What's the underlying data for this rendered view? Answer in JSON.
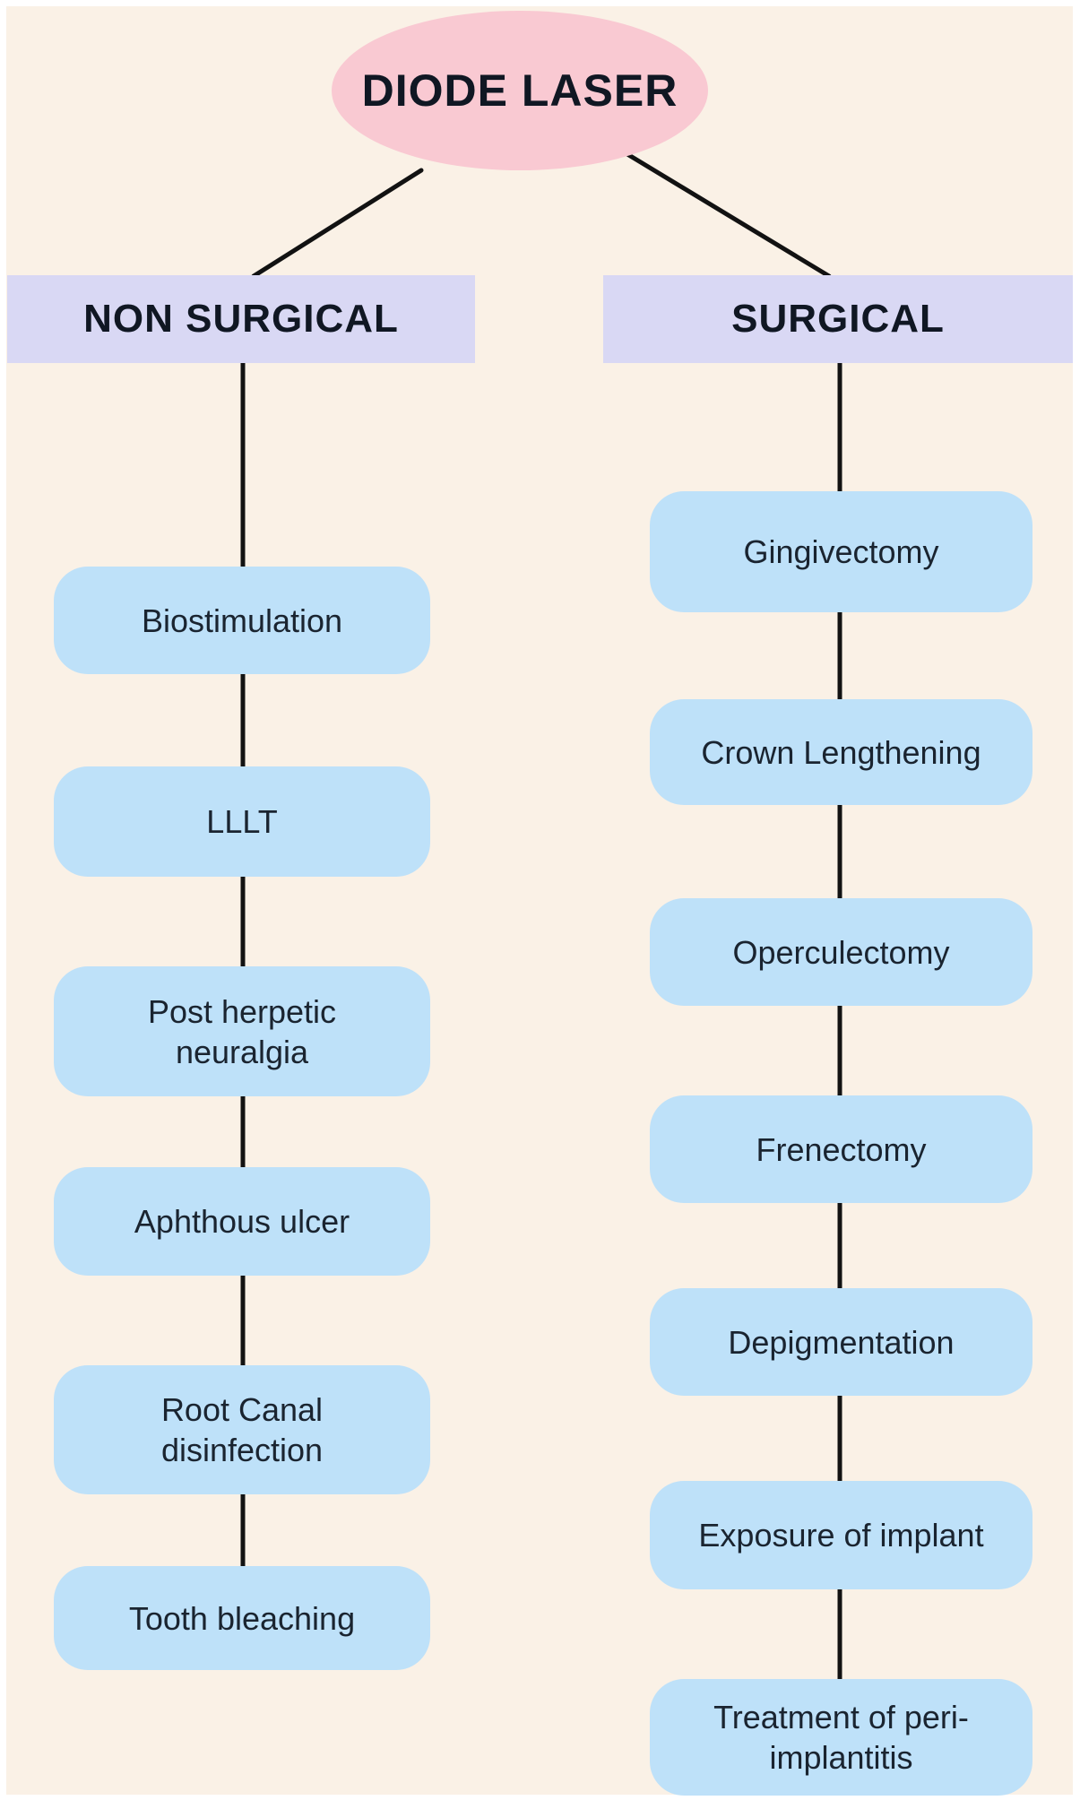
{
  "colors": {
    "background": "#faf1e6",
    "root-fill": "#f9c9d2",
    "header-fill": "#d9d8f4",
    "node-fill": "#bee1f9",
    "line": "#121212",
    "node-text": "#1a2430",
    "header-text": "#101723"
  },
  "root": {
    "label": "DIODE LASER"
  },
  "branches": [
    {
      "header": "NON SURGICAL",
      "items": [
        "Biostimulation",
        "LLLT",
        "Post herpetic neuralgia",
        "Aphthous ulcer",
        "Root Canal disinfection",
        "Tooth bleaching"
      ]
    },
    {
      "header": "SURGICAL",
      "items": [
        "Gingivectomy",
        "Crown Lengthening",
        "Operculectomy",
        "Frenectomy",
        "Depigmentation",
        "Exposure of implant",
        "Treatment of peri-implantitis"
      ]
    }
  ]
}
